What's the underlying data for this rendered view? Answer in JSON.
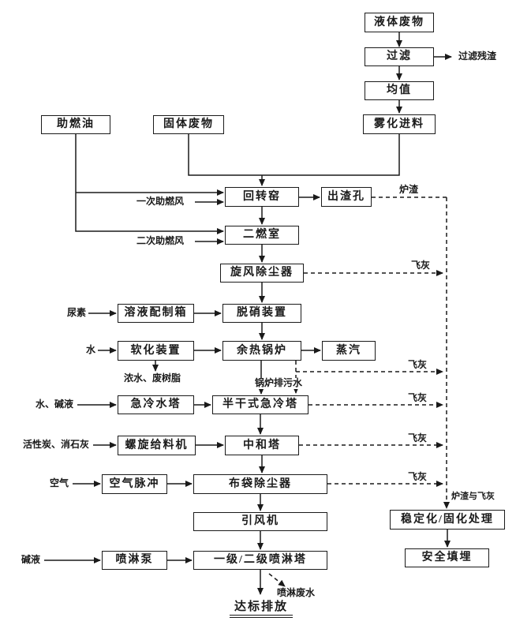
{
  "colors": {
    "line": "#1a1a1a",
    "background": "#ffffff"
  },
  "nodes": {
    "liquid_waste": {
      "label": "液体废物"
    },
    "filter": {
      "label": "过滤"
    },
    "homogenize": {
      "label": "均值"
    },
    "atomized_feed": {
      "label": "雾化进料"
    },
    "fuel_oil": {
      "label": "助燃油"
    },
    "solid_waste": {
      "label": "固体废物"
    },
    "rotary_kiln": {
      "label": "回转窑"
    },
    "slag_hole": {
      "label": "出渣孔"
    },
    "second_chamber": {
      "label": "二燃室"
    },
    "cyclone": {
      "label": "旋风除尘器"
    },
    "denitration": {
      "label": "脱硝装置"
    },
    "solution_tank": {
      "label": "溶液配制箱"
    },
    "waste_heat_boiler": {
      "label": "余热锅炉"
    },
    "steam": {
      "label": "蒸汽"
    },
    "softening": {
      "label": "软化装置"
    },
    "quench_water_tower": {
      "label": "急冷水塔"
    },
    "semi_dry_quench": {
      "label": "半干式急冷塔"
    },
    "screw_feeder": {
      "label": "螺旋给料机"
    },
    "neutralization": {
      "label": "中和塔"
    },
    "air_pulse": {
      "label": "空气脉冲"
    },
    "bag_filter": {
      "label": "布袋除尘器"
    },
    "id_fan": {
      "label": "引风机"
    },
    "spray_pump": {
      "label": "喷淋泵"
    },
    "spray_tower": {
      "label": "一级/二级喷淋塔"
    },
    "stabilization": {
      "label": "稳定化/固化处理"
    },
    "safe_landfill": {
      "label": "安全填埋"
    }
  },
  "labels": {
    "filter_residue": "过滤残渣",
    "slag": "炉渣",
    "primary_air": "一次助燃风",
    "secondary_air": "二次助燃风",
    "fly_ash": "飞灰",
    "urea": "尿素",
    "water": "水",
    "conc_water_resin": "浓水、废树脂",
    "boiler_blowdown": "锅炉排污水",
    "water_alkali": "水、碱液",
    "carbon_lime": "活性炭、消石灰",
    "air": "空气",
    "alkali": "碱液",
    "slag_and_flyash": "炉渣与飞灰",
    "spray_wastewater": "喷淋废水",
    "discharge": "达标排放"
  }
}
